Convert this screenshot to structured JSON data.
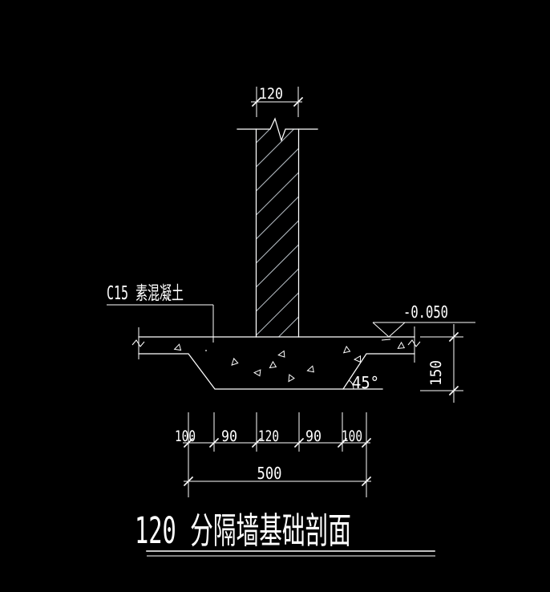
{
  "drawing": {
    "title": "120 分隔墙基础剖面",
    "material_note": "C15 素混凝土",
    "elevation_label": "-0.050",
    "angle_label": "45°",
    "wall_width_dim": "120",
    "depth_dim": "150",
    "segment_dims": [
      "100",
      "90",
      "120",
      "90",
      "100"
    ],
    "overall_dim": "500",
    "colors": {
      "background": "#000000",
      "line": "#ffffff",
      "hatch": "#b6bdc4"
    }
  }
}
